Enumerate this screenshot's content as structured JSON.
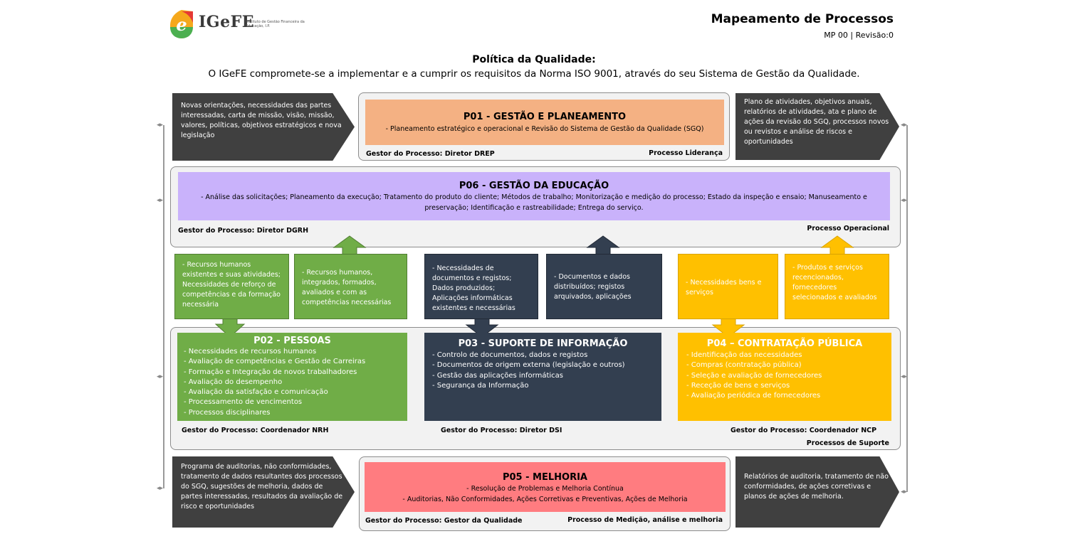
{
  "header": {
    "logo_name": "IGeFE",
    "logo_sub": "Instituto de Gestão Financeira da Educação, I.P.",
    "title": "Mapeamento de Processos",
    "revision": "MP 00 | Revisão:0"
  },
  "policy": {
    "title": "Política da Qualidade:",
    "text": "O IGeFE compromete-se a implementar e a cumprir os requisitos da Norma ISO 9001, através do seu Sistema de Gestão da Qualidade."
  },
  "inputs": {
    "top_left": "Novas orientações, necessidades das partes interessadas, carta de missão, visão, missão, valores, políticas, objetivos estratégicos e nova legislação",
    "top_right": "Plano de atividades, objetivos anuais, relatórios de atividades, ata e plano de ações da revisão do SGQ, processos novos ou revistos e análise de riscos e oportunidades",
    "bottom_left": "Programa de auditorias, não conformidades, tratamento de dados resultantes dos processos do SGQ, sugestões de melhoria, dados de partes interessadas, resultados da avaliação de risco e oportunidades",
    "bottom_right": "Relatórios de auditoria, tratamento de não conformidades, de ações corretivas e planos de ações de melhoria."
  },
  "p01": {
    "title": "P01 - GESTÃO E PLANEAMENTO",
    "line": "- Planeamento estratégico e operacional e Revisão do Sistema de Gestão da Qualidade (SGQ)",
    "gestor": "Gestor do Processo: Diretor DREP",
    "type": "Processo Liderança"
  },
  "p06": {
    "title": "P06 - GESTÃO DA EDUCAÇÃO",
    "line1": "- Análise das solicitações; Planeamento da execução; Tratamento do produto do cliente; Métodos de trabalho; Monitorização e medição do processo; Estado da inspeção e ensaio; Manuseamento e",
    "line2": "preservação; Identificação e rastreabilidade; Entrega do serviço.",
    "gestor": "Gestor do Processo: Diretor DGRH",
    "type": "Processo Operacional"
  },
  "io_boxes": {
    "green1": "-  Recursos humanos existentes e suas atividades; Necessidades de reforço de competências e da formação necessária",
    "green2": "- Recursos humanos, integrados, formados, avaliados e com as competências necessárias",
    "navy1": "- Necessidades de documentos e registos; Dados produzidos; Aplicações informáticas existentes e necessárias",
    "navy2": "- Documentos e dados distribuídos; registos arquivados, aplicações",
    "yellow1": "- Necessidades bens e serviços",
    "yellow2": "- Produtos e serviços recencionados, fornecedores selecionados e avaliados"
  },
  "p02": {
    "title": "P02 - PESSOAS",
    "items": [
      "- Necessidades de recursos humanos",
      "- Avaliação de competências e Gestão de Carreiras",
      "- Formação e Integração de novos trabalhadores",
      "- Avaliação do desempenho",
      "- Avaliação da satisfação e comunicação",
      "- Processamento de vencimentos",
      "- Processos disciplinares"
    ],
    "gestor": "Gestor do Processo: Coordenador NRH"
  },
  "p03": {
    "title": "P03 - SUPORTE DE INFORMAÇÃO",
    "items": [
      "- Controlo de documentos, dados e registos",
      "- Documentos de origem externa (legislação e outros)",
      "- Gestão das aplicações informáticas",
      "- Segurança da Informação"
    ],
    "gestor": "Gestor do Processo: Diretor DSI"
  },
  "p04": {
    "title": "P04 – CONTRATAÇÃO PÚBLICA",
    "items": [
      "- Identificação das necessidades",
      "- Compras (contratação pública)",
      "- Seleção e avaliação de fornecedores",
      "- Receção de bens e serviços",
      "- Avaliação periódica de fornecedores"
    ],
    "gestor": "Gestor do Processo: Coordenador NCP"
  },
  "support_type": "Processos de Suporte",
  "p05": {
    "title": "P05 - MELHORIA",
    "line1": "- Resolução de Problemas e Melhoria Contínua",
    "line2": "-  Auditorias, Não Conformidades, Ações Corretivas e Preventivas, Ações de Melhoria",
    "gestor": "Gestor do Processo: Gestor da Qualidade",
    "type": "Processo de Medição, análise e melhoria"
  },
  "colors": {
    "p01": "#f4b183",
    "p06": "#c9b2fb",
    "p02": "#70ad47",
    "p03": "#333f50",
    "p04": "#ffc000",
    "p05": "#ff7c80",
    "chevron": "#404040"
  }
}
